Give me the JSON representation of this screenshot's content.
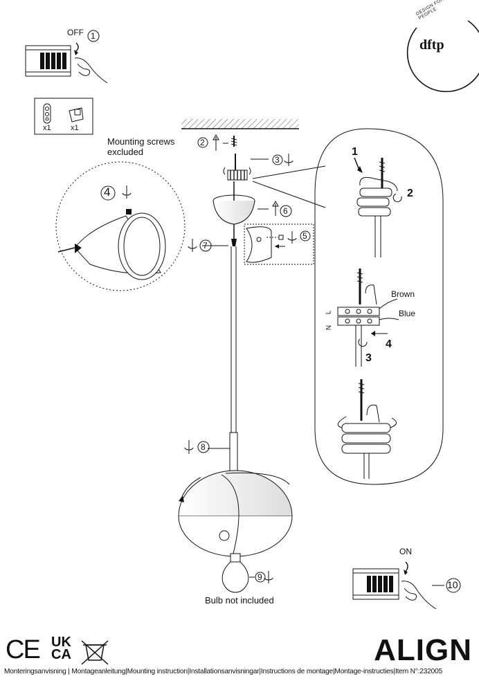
{
  "brand": {
    "logo_text": "dftp",
    "ring_text": "DESIGN FOR THE PEOPLE"
  },
  "product_name": "ALIGN",
  "steps": {
    "s1": {
      "num": "1",
      "label": "OFF"
    },
    "s2": {
      "num": "2"
    },
    "s3": {
      "num": "3"
    },
    "s4": {
      "num": "4"
    },
    "s5": {
      "num": "5"
    },
    "s6": {
      "num": "6"
    },
    "s7": {
      "num": "7"
    },
    "s8": {
      "num": "8"
    },
    "s9": {
      "num": "9"
    },
    "s10": {
      "num": "10",
      "label": "ON"
    }
  },
  "parts_box": {
    "qty_a": "x1",
    "qty_b": "x1"
  },
  "notes": {
    "mounting_screws": "Mounting screws excluded",
    "mounting_line1": "Mounting screws",
    "mounting_line2": "excluded",
    "bulb": "Bulb not included"
  },
  "wiring_detail": {
    "n1": "1",
    "n2": "2",
    "n3": "3",
    "n4": "4",
    "brown": "Brown",
    "blue": "Blue",
    "L": "L",
    "N": "N"
  },
  "marks": {
    "ce": "CE",
    "ukca_top": "UK",
    "ukca_bottom": "CA"
  },
  "footer": {
    "parts": [
      "Monteringsanvisning",
      "Montageanleitung",
      "Mounting instruction",
      "Installationsanvisningar",
      "Instructions de montage",
      "Montage-instructies"
    ],
    "item": "Item N°:232005"
  },
  "colors": {
    "ink": "#111111",
    "hatch": "#555555"
  }
}
